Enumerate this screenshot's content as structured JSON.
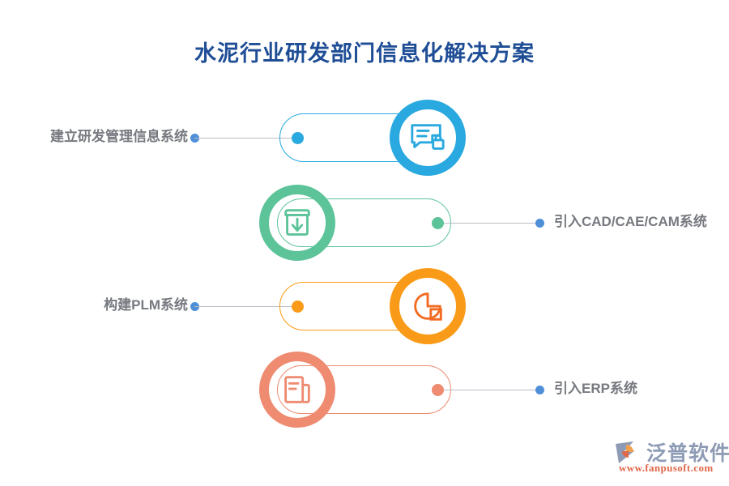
{
  "page": {
    "title": "水泥行业研发部门信息化解决方案",
    "background_color": "#ffffff",
    "title_color": "#1F4E96",
    "label_color": "#76797f",
    "connector_color": "#b9bcc4",
    "end_dot_color": "#4e8fd8"
  },
  "rows": [
    {
      "label": "建立研发管理信息系统",
      "label_side": "left",
      "color": "#29A9DF",
      "icon": "chat-lock-icon",
      "circle_side": "right"
    },
    {
      "label": "引入CAD/CAE/CAM系统",
      "label_side": "right",
      "color": "#5DC49A",
      "icon": "archive-download-icon",
      "circle_side": "left"
    },
    {
      "label": "构建PLM系统",
      "label_side": "left",
      "color": "#F99B18",
      "icon": "pie-square-icon",
      "circle_side": "right"
    },
    {
      "label": "引入ERP系统",
      "label_side": "right",
      "color": "#EE8B70",
      "icon": "document-stack-icon",
      "circle_side": "left"
    }
  ],
  "logo": {
    "name": "泛普软件",
    "url": "www.fanpusoft.com",
    "name_color": "#8e9bb5",
    "url_color": "#e0674a"
  }
}
